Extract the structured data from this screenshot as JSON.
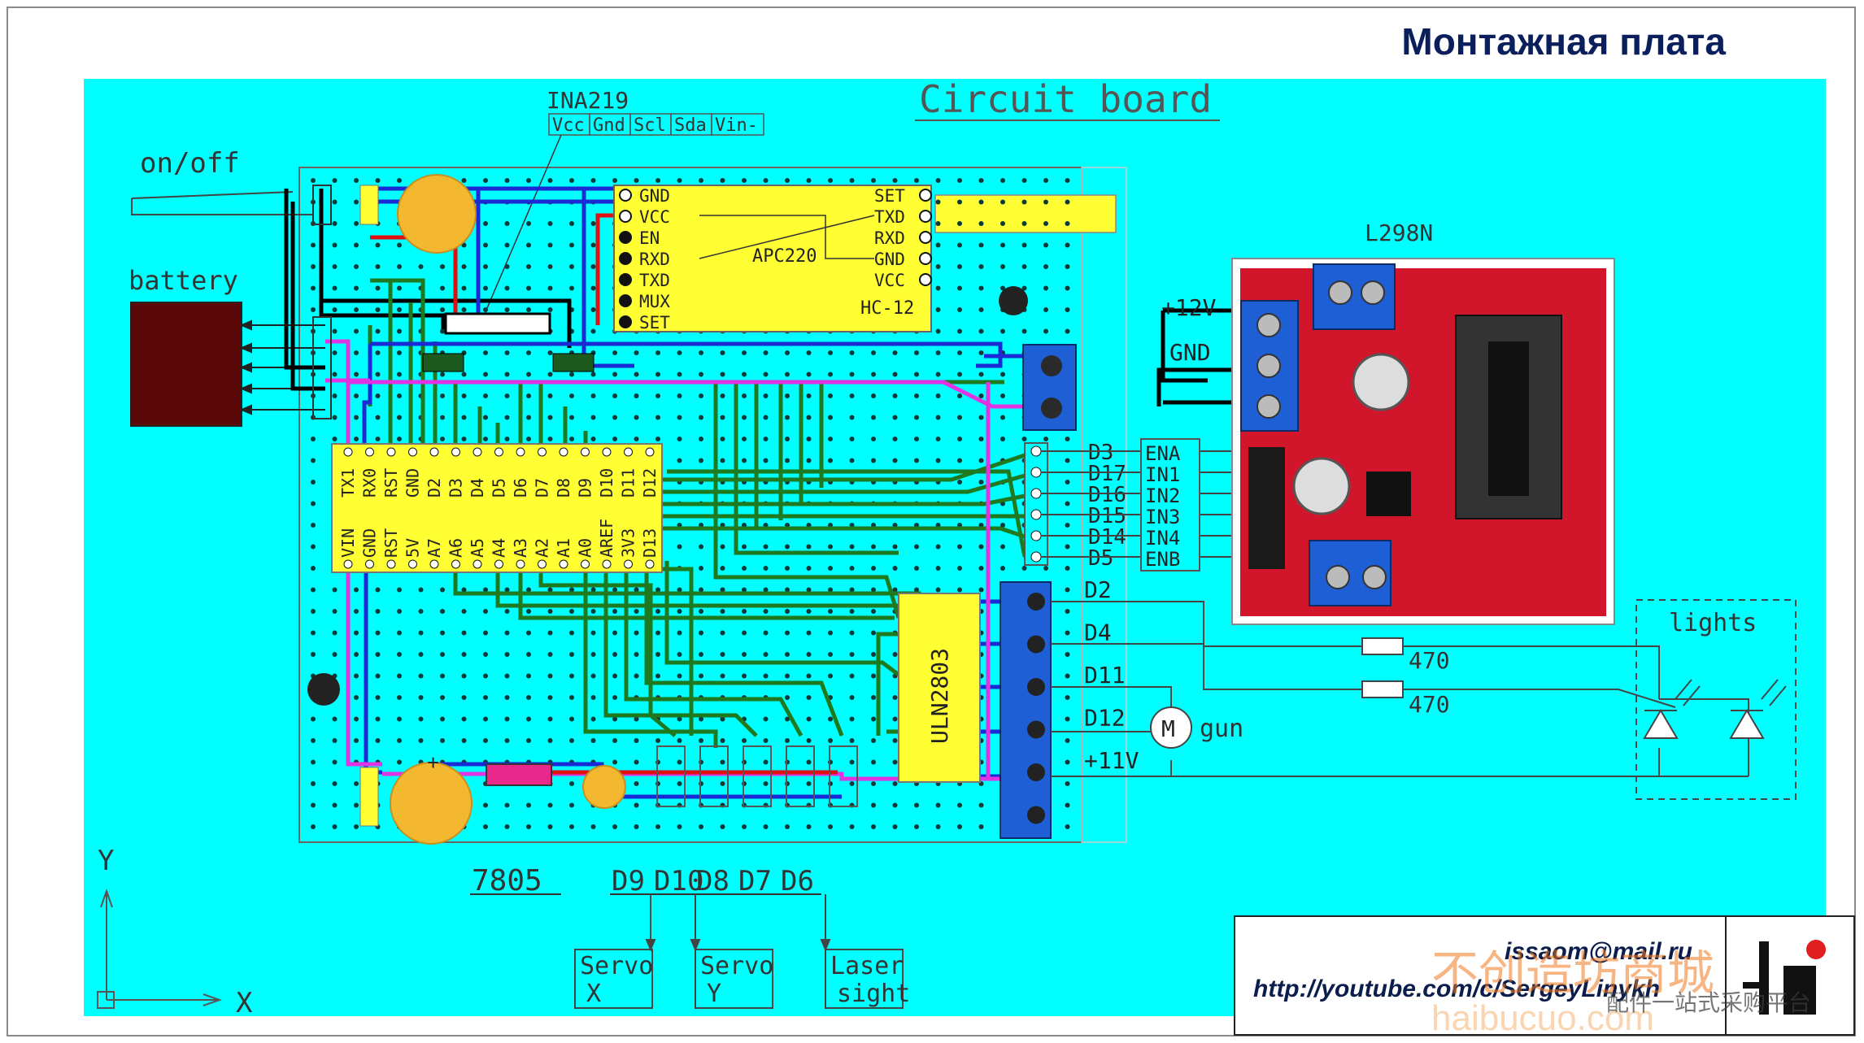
{
  "slide_title": "Монтажная плата",
  "circuit_title": "Circuit board",
  "ina": {
    "name": "INA219",
    "pins": [
      "Vcc",
      "Gnd",
      "Scl",
      "Sda",
      "Vin-"
    ]
  },
  "switch_label": "on/off",
  "battery_label": "battery",
  "radio": {
    "left_pins": [
      "GND",
      "VCC",
      "EN",
      "RXD",
      "TXD",
      "MUX",
      "SET"
    ],
    "right_pins": [
      "SET",
      "TXD",
      "RXD",
      "GND",
      "VCC"
    ],
    "module1": "APC220",
    "module2": "HC-12"
  },
  "arduino": {
    "top_pins": [
      "TX1",
      "RX0",
      "RST",
      "GND",
      "D2",
      "D3",
      "D4",
      "D5",
      "D6",
      "D7",
      "D8",
      "D9",
      "D10",
      "D11",
      "D12"
    ],
    "bottom_pins": [
      "VIN",
      "GND",
      "RST",
      "5V",
      "A7",
      "A6",
      "A5",
      "A4",
      "A3",
      "A2",
      "A1",
      "A0",
      "AREF",
      "3V3",
      "D13"
    ]
  },
  "driver": {
    "name": "L298N",
    "power_labels": [
      "+12V",
      "GND"
    ],
    "signal_pins": [
      "D3",
      "D17",
      "D16",
      "D15",
      "D14",
      "D5"
    ],
    "control_labels": [
      "ENA",
      "IN1",
      "IN2",
      "IN3",
      "IN4",
      "ENB"
    ]
  },
  "uln": {
    "name": "ULN2803"
  },
  "outputs": {
    "pins": [
      "D2",
      "D4",
      "D11",
      "D12",
      "+11V"
    ],
    "resistors": [
      "470",
      "470"
    ],
    "lights_label": "lights",
    "motor_letter": "M",
    "gun_label": "gun"
  },
  "regulator": "7805",
  "header_bottom": [
    "D9",
    "D10",
    "D8",
    "D7",
    "D6"
  ],
  "servos": [
    {
      "line1": "Servo",
      "line2": "X"
    },
    {
      "line1": "Servo",
      "line2": "Y"
    },
    {
      "line1": "Laser",
      "line2": "sight"
    }
  ],
  "axes": {
    "y": "Y",
    "x": "X"
  },
  "credits": {
    "email": "issaom@mail.ru",
    "youtube": "http://youtube.com/c/SergeyLinykh"
  },
  "watermark": {
    "cn": "不创造坊商城",
    "sub": "配件一站式采购平台",
    "site": "haibucuo.com"
  },
  "colors": {
    "background": "#00ffff",
    "board": "#00ffff",
    "chip": "#ffff33",
    "green_track": "#1f7a1f",
    "blue_track": "#1a2bd6",
    "magenta_track": "#e233e2",
    "red_track": "#e01010",
    "terminal": "#1e5fd6",
    "cap": "#f4b830",
    "battery": "#5a0808",
    "driver_pcb": "#d1152a"
  }
}
